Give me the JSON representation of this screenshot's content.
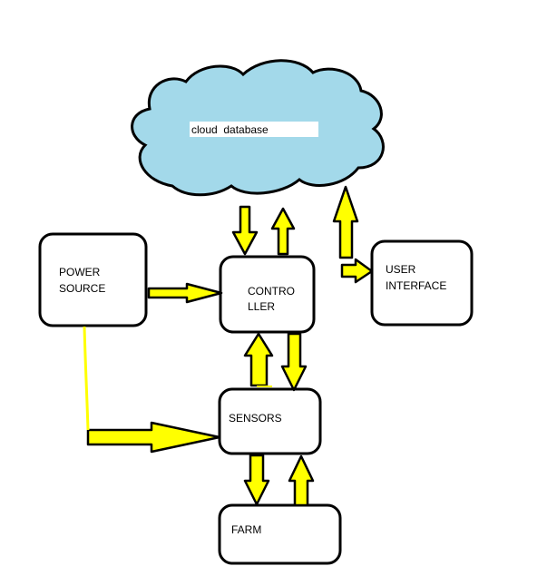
{
  "cloud": {
    "label": "cloud  database",
    "fill": "#a3d9ea"
  },
  "nodes": {
    "power_source": {
      "line1": "POWER",
      "line2": "SOURCE"
    },
    "controller": {
      "line1": "CONTRO",
      "line2": "LLER"
    },
    "user_interface": {
      "line1": "USER",
      "line2": "INTERFACE"
    },
    "sensors": {
      "label": "SENSORS"
    },
    "farm": {
      "label": "FARM"
    }
  },
  "colors": {
    "arrow_fill": "#ffff00",
    "stroke": "#000000",
    "box_fill": "#ffffff"
  }
}
